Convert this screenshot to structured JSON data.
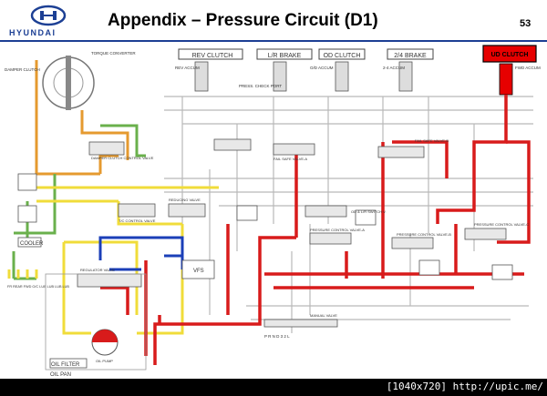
{
  "header": {
    "logo_text": "HYUNDAI",
    "title": "Appendix – Pressure Circuit (D1)",
    "page_number": "53"
  },
  "labels": {
    "rev_clutch": "REV CLUTCH",
    "lr_brake": "L/R BRAKE",
    "od_clutch": "OD CLUTCH",
    "brake_24": "2/4 BRAKE",
    "ud_clutch": "UD CLUTCH",
    "torque_converter": "TORQUE CONVERTER",
    "damper_clutch": "DAMPER CLUTCH",
    "damper_clutch_control_valve": "DAMPER CLUTCH CONTROL VALVE",
    "cooler": "COOLER",
    "oil_filter": "OIL FILTER",
    "oil_pan": "OIL PAN",
    "oil_pump": "OIL PUMP",
    "manual_valve": "MANUAL VALVE",
    "vfs": "VFS",
    "tc_control_valve": "T/C CONTROL VALVE",
    "fail_safe_a": "FAIL SAFE VALVE-A",
    "fail_safe_b": "FAIL SAFE VALVE-B",
    "pressure_control_a": "PRESSURE CONTROL VALVE-A",
    "pressure_control_b": "PRESSURE CONTROL VALVE-B",
    "pressure_control_c": "PRESSURE CONTROL VALVE-C",
    "switch_valve": "OD & L/R SWITCH V.",
    "regulator_valve": "REGULATOR VALVE",
    "reducing_valve": "REDUCING VALVE",
    "press_check_port": "PRESS. CHECK PORT",
    "rev_accum": "REV ACCUM",
    "od_accum": "O/D ACCUM",
    "accum_24": "2-4 ACCUM",
    "ud_accum": "FWD ACCUM",
    "lube": "FR REAR FWD O/C LUB LUB LUB LUB",
    "range": "P R N D 3 2 L"
  },
  "footer": {
    "caption": "[1040x720] http://upic.me/"
  }
}
